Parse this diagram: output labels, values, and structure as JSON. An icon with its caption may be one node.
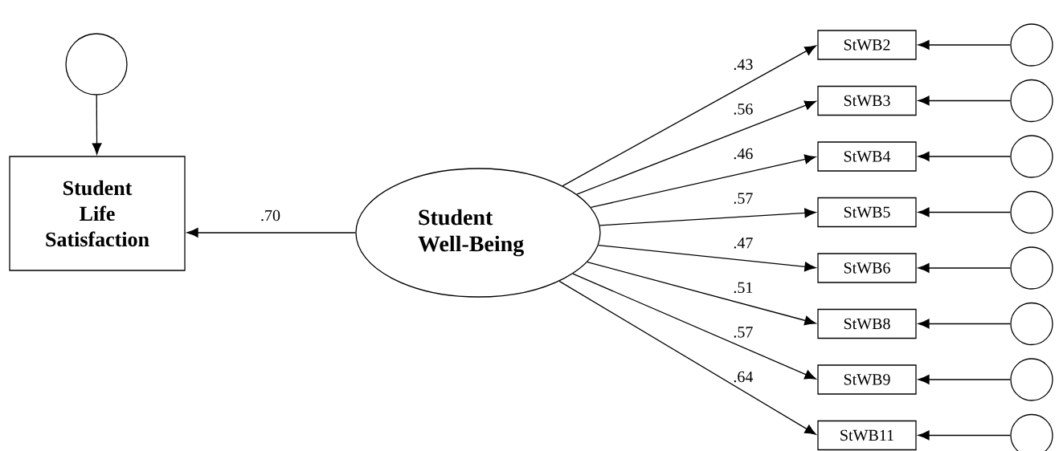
{
  "diagram": {
    "nodes": [
      {
        "text": [],
        "shape": "circle"
      },
      {
        "text": [
          "Student Life Satisfaction"
        ]
      },
      {
        "text": [
          "Student Well-Being"
        ]
      },
      {
        "text": [
          "StWB2"
        ]
      },
      {
        "text": [
          "StWB3"
        ]
      },
      {
        "text": [
          "StWB4"
        ]
      },
      {
        "text": [
          "StWB5"
        ]
      },
      {
        "text": [
          "StWB6"
        ]
      },
      {
        "text": [
          "StWB8"
        ]
      },
      {
        "text": [
          "StWB9"
        ]
      },
      {
        "text": [
          "StWB11"
        ]
      },
      {
        "text": [],
        "shape": "circle"
      },
      {
        "text": [],
        "shape": "circle"
      },
      {
        "text": [],
        "shape": "circle"
      },
      {
        "text": [],
        "shape": "circle"
      },
      {
        "text": [],
        "shape": "circle"
      },
      {
        "text": [],
        "shape": "circle"
      },
      {
        "text": [],
        "shape": "circle"
      },
      {
        "text": [],
        "shape": "circle"
      }
    ],
    "edges": [
      {
        "from": 0,
        "to": 1,
        "arrow": "to"
      },
      {
        "from": 2,
        "to": 1,
        "arrow": "to",
        "label": ".70"
      },
      {
        "from": 2,
        "to": 3,
        "arrow": "to",
        "label": ".43"
      },
      {
        "from": 2,
        "to": 4,
        "arrow": "to",
        "label": ".56"
      },
      {
        "from": 2,
        "to": 5,
        "arrow": "to",
        "label": ".46"
      },
      {
        "from": 2,
        "to": 6,
        "arrow": "to",
        "label": ".57"
      },
      {
        "from": 2,
        "to": 7,
        "arrow": "to",
        "label": ".47"
      },
      {
        "from": 2,
        "to": 8,
        "arrow": "to",
        "label": ".51"
      },
      {
        "from": 2,
        "to": 9,
        "arrow": "to",
        "label": ".57"
      },
      {
        "from": 2,
        "to": 10,
        "arrow": "to",
        "label": ".64"
      },
      {
        "from": 11,
        "to": 3,
        "arrow": "to"
      },
      {
        "from": 12,
        "to": 4,
        "arrow": "to"
      },
      {
        "from": 13,
        "to": 5,
        "arrow": "to"
      },
      {
        "from": 14,
        "to": 6,
        "arrow": "to"
      },
      {
        "from": 15,
        "to": 7,
        "arrow": "to"
      },
      {
        "from": 16,
        "to": 8,
        "arrow": "to"
      },
      {
        "from": 17,
        "to": 9,
        "arrow": "to"
      },
      {
        "from": 18,
        "to": 10,
        "arrow": "to"
      }
    ]
  }
}
